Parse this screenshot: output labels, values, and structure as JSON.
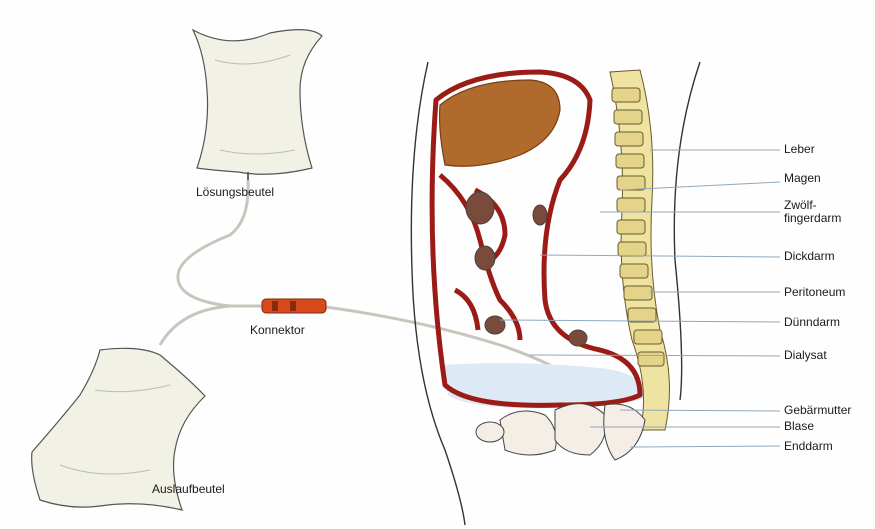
{
  "labels": {
    "solution_bag": "Lösungsbeutel",
    "connector": "Konnektor",
    "drain_bag": "Auslaufbeutel"
  },
  "anatomy_labels": [
    {
      "id": "leber",
      "text": "Leber"
    },
    {
      "id": "magen",
      "text": "Magen"
    },
    {
      "id": "zwoelf1",
      "text": "Zwölf-"
    },
    {
      "id": "zwoelf2",
      "text": "fingerdarm"
    },
    {
      "id": "dickdarm",
      "text": "Dickdarm"
    },
    {
      "id": "peritoneum",
      "text": "Peritoneum"
    },
    {
      "id": "duenndarm",
      "text": "Dünndarm"
    },
    {
      "id": "dialysat",
      "text": "Dialysat"
    },
    {
      "id": "gebaermutter",
      "text": "Gebärmutter"
    },
    {
      "id": "blase",
      "text": "Blase"
    },
    {
      "id": "enddarm",
      "text": "Enddarm"
    }
  ],
  "colors": {
    "peritoneum_red": "#9b1c16",
    "liver_brown": "#b06a2c",
    "spine_yellow": "#efe3a2",
    "dialysate_blue": "#dde9f5",
    "connector_orange": "#d84a1c",
    "bag_fill": "#f2f1e6"
  }
}
